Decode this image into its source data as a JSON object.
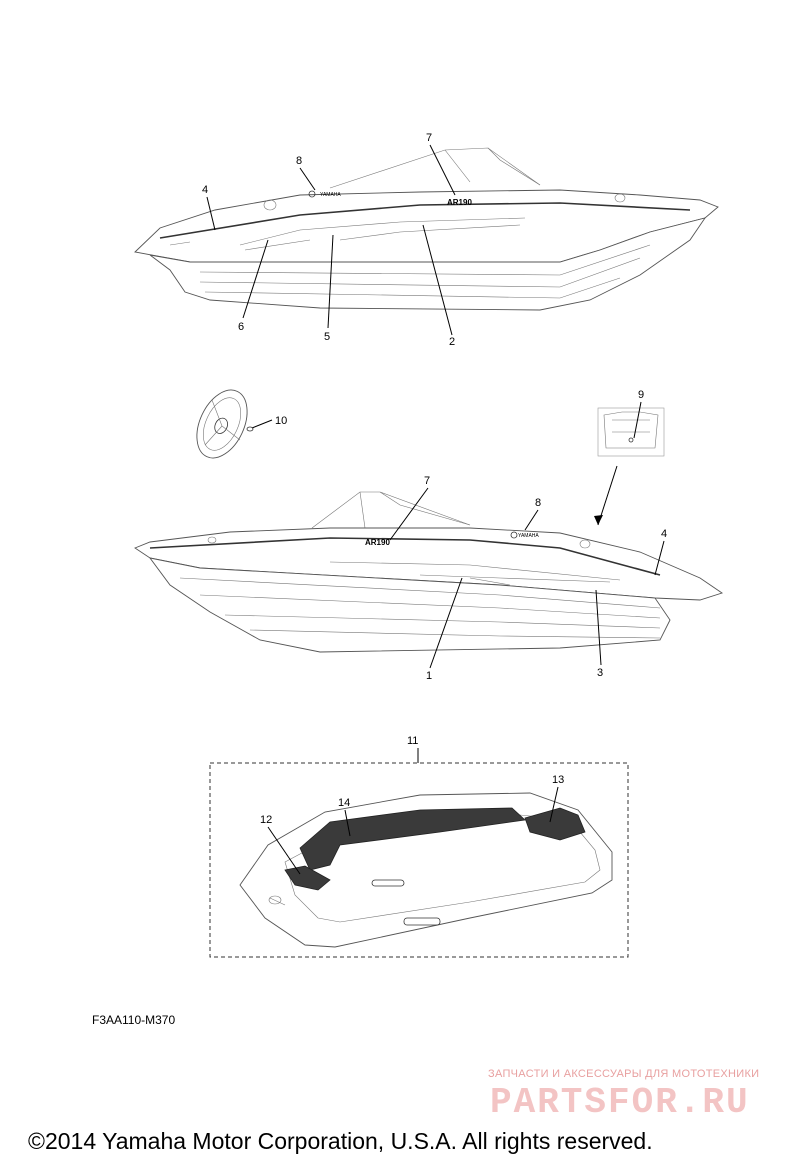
{
  "diagram": {
    "callouts": {
      "top_view": [
        "8",
        "7",
        "4",
        "6",
        "5",
        "2"
      ],
      "middle_view": [
        "10",
        "9",
        "7",
        "8",
        "4",
        "1",
        "3"
      ],
      "mat_set": [
        "11",
        "13",
        "14",
        "12"
      ]
    },
    "decal_text": "AR190",
    "logo_text": "YAMAHA"
  },
  "drawing_code": "F3AA110-M370",
  "watermark": {
    "subtitle": "ЗАПЧАСТИ И АКСЕССУАРЫ ДЛЯ МОТОТЕХНИКИ",
    "brand": "PARTSFOR.RU"
  },
  "copyright": "©2014 Yamaha Motor Corporation, U.S.A. All rights reserved."
}
